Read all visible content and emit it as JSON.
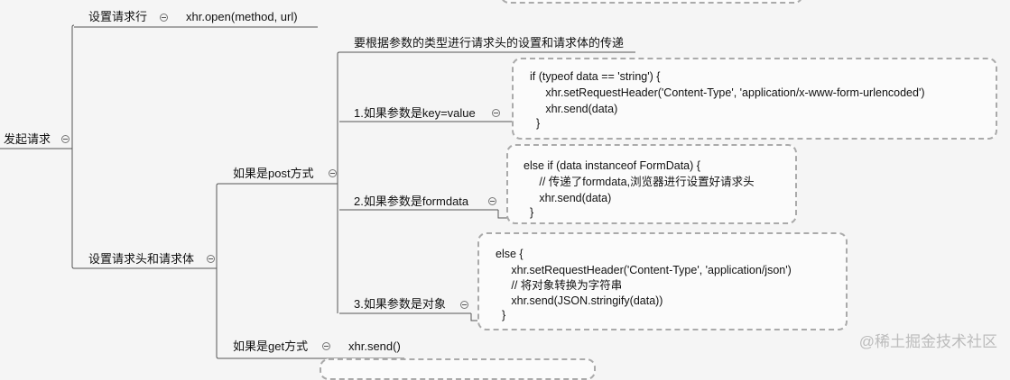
{
  "root": {
    "label": "发起请求"
  },
  "request_line": {
    "label": "设置请求行",
    "value": "xhr.open(method, url)"
  },
  "header_body": {
    "label": "设置请求头和请求体",
    "post": {
      "label": "如果是post方式",
      "note": "要根据参数的类型进行请求头的设置和请求体的传递",
      "case_kv": {
        "label": "1.如果参数是key=value",
        "code": [
          "if (typeof data == 'string') {",
          "     xhr.setRequestHeader('Content-Type', 'application/x-www-form-urlencoded')",
          "     xhr.send(data)",
          "  }"
        ]
      },
      "case_formdata": {
        "label": "2.如果参数是formdata",
        "code": [
          "else if (data instanceof FormData) {",
          "     // 传递了formdata,浏览器进行设置好请求头",
          "     xhr.send(data)",
          "  }"
        ]
      },
      "case_object": {
        "label": "3.如果参数是对象",
        "code": [
          "else {",
          "     xhr.setRequestHeader('Content-Type', 'application/json')",
          "     // 将对象转换为字符串",
          "     xhr.send(JSON.stringify(data))",
          "  }"
        ]
      }
    },
    "get": {
      "label": "如果是get方式",
      "value": "xhr.send()"
    }
  },
  "watermark": "@稀土掘金技术社区"
}
